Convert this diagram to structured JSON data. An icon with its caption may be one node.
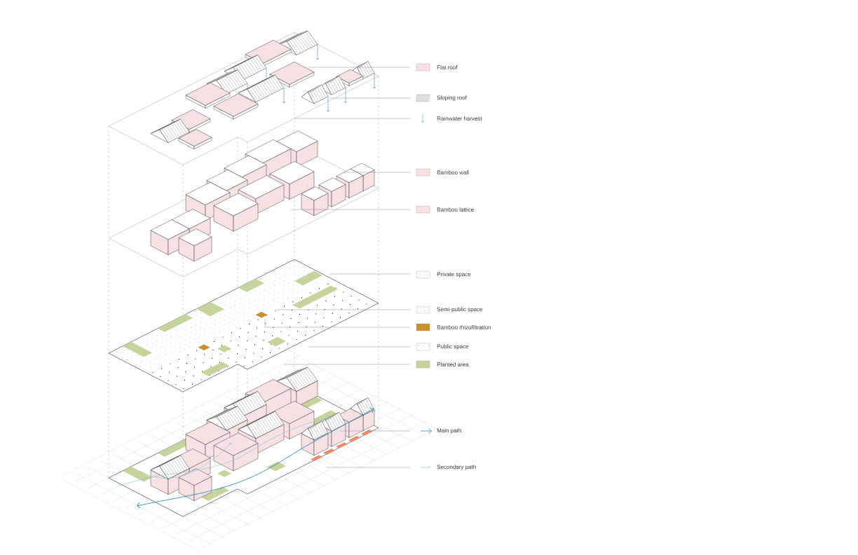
{
  "diagram": {
    "legend": [
      {
        "text": "Flat roof",
        "color": "#f7e1e5"
      },
      {
        "text": "Sloping roof"
      },
      {
        "text": "Rainwater harvest"
      },
      {
        "text": "Bamboo wall",
        "color": "#f7e1e5"
      },
      {
        "text": "Bamboo lattice",
        "color": "#f7e1e5"
      },
      {
        "text": "Private space"
      },
      {
        "text": "Semi-public space"
      },
      {
        "text": "Bamboo rhizofiltration",
        "color": "#c98f2b"
      },
      {
        "text": "Public space"
      },
      {
        "text": "Planted area",
        "color": "#c6d39c"
      },
      {
        "text": "Main path"
      },
      {
        "text": "Secondary path"
      }
    ]
  }
}
